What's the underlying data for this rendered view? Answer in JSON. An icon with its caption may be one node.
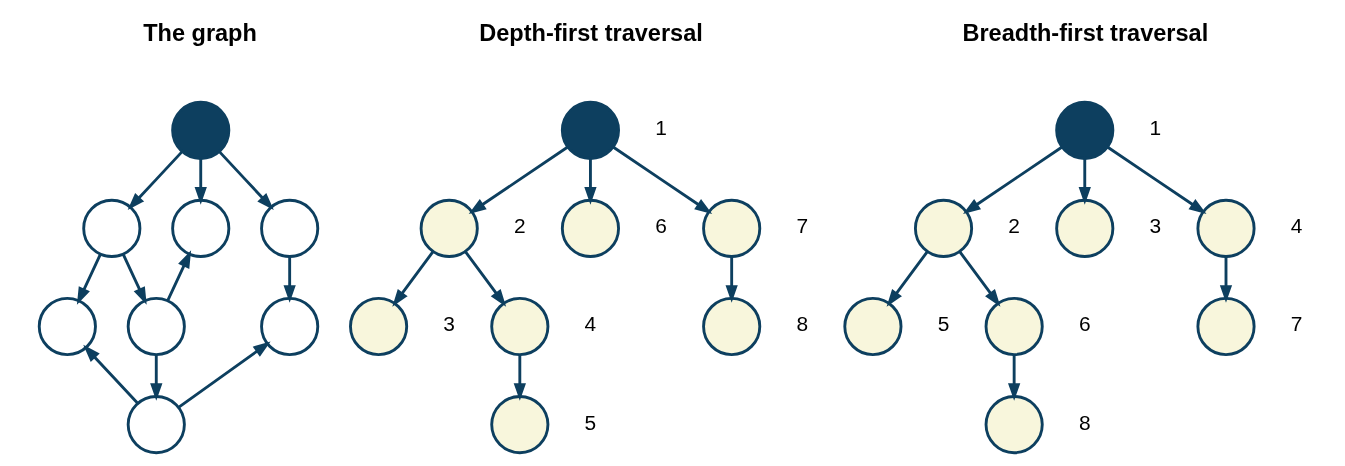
{
  "diagram": {
    "nodes": [
      {
        "text": [],
        "shape": "circle"
      },
      {
        "text": [],
        "shape": "circle"
      },
      {
        "text": [],
        "shape": "circle"
      },
      {
        "text": [],
        "shape": "circle"
      },
      {
        "text": [],
        "shape": "circle"
      },
      {
        "text": [],
        "shape": "circle"
      },
      {
        "text": [],
        "shape": "circle"
      },
      {
        "text": [],
        "shape": "circle"
      },
      {
        "text": [],
        "shape": "circle",
        "beside": [
          "1"
        ]
      },
      {
        "text": [],
        "shape": "circle",
        "beside": [
          "2"
        ]
      },
      {
        "text": [],
        "shape": "circle",
        "beside": [
          "6"
        ]
      },
      {
        "text": [],
        "shape": "circle",
        "beside": [
          "7"
        ]
      },
      {
        "text": [],
        "shape": "circle",
        "beside": [
          "3"
        ]
      },
      {
        "text": [],
        "shape": "circle",
        "beside": [
          "4"
        ]
      },
      {
        "text": [],
        "shape": "circle",
        "beside": [
          "8"
        ]
      },
      {
        "text": [],
        "shape": "circle",
        "beside": [
          "5"
        ]
      },
      {
        "text": [],
        "shape": "circle",
        "beside": [
          "1"
        ]
      },
      {
        "text": [],
        "shape": "circle",
        "beside": [
          "2"
        ]
      },
      {
        "text": [],
        "shape": "circle",
        "beside": [
          "3"
        ]
      },
      {
        "text": [],
        "shape": "circle",
        "beside": [
          "4"
        ]
      },
      {
        "text": [],
        "shape": "circle",
        "beside": [
          "5"
        ]
      },
      {
        "text": [],
        "shape": "circle",
        "beside": [
          "6"
        ]
      },
      {
        "text": [],
        "shape": "circle",
        "beside": [
          "7"
        ]
      },
      {
        "text": [],
        "shape": "circle",
        "beside": [
          "8"
        ]
      }
    ],
    "edges": [
      {
        "from": 0,
        "to": 1,
        "arrow": "to"
      },
      {
        "from": 0,
        "to": 2,
        "arrow": "to"
      },
      {
        "from": 0,
        "to": 3,
        "arrow": "to"
      },
      {
        "from": 1,
        "to": 4,
        "arrow": "to"
      },
      {
        "from": 1,
        "to": 5,
        "arrow": "to"
      },
      {
        "from": 5,
        "to": 2,
        "arrow": "to"
      },
      {
        "from": 3,
        "to": 6,
        "arrow": "to"
      },
      {
        "from": 5,
        "to": 7,
        "arrow": "to"
      },
      {
        "from": 7,
        "to": 6,
        "arrow": "to"
      },
      {
        "from": 7,
        "to": 4,
        "arrow": "to"
      },
      {
        "from": 8,
        "to": 9,
        "arrow": "to"
      },
      {
        "from": 8,
        "to": 10,
        "arrow": "to"
      },
      {
        "from": 8,
        "to": 11,
        "arrow": "to"
      },
      {
        "from": 9,
        "to": 12,
        "arrow": "to"
      },
      {
        "from": 9,
        "to": 13,
        "arrow": "to"
      },
      {
        "from": 11,
        "to": 14,
        "arrow": "to"
      },
      {
        "from": 13,
        "to": 15,
        "arrow": "to"
      },
      {
        "from": 16,
        "to": 17,
        "arrow": "to"
      },
      {
        "from": 16,
        "to": 18,
        "arrow": "to"
      },
      {
        "from": 16,
        "to": 19,
        "arrow": "to"
      },
      {
        "from": 17,
        "to": 20,
        "arrow": "to"
      },
      {
        "from": 17,
        "to": 21,
        "arrow": "to"
      },
      {
        "from": 19,
        "to": 22,
        "arrow": "to"
      },
      {
        "from": 21,
        "to": 23,
        "arrow": "to"
      }
    ],
    "labels": [
      "The graph",
      "Depth-first traversal",
      "Breadth-first traversal"
    ]
  }
}
